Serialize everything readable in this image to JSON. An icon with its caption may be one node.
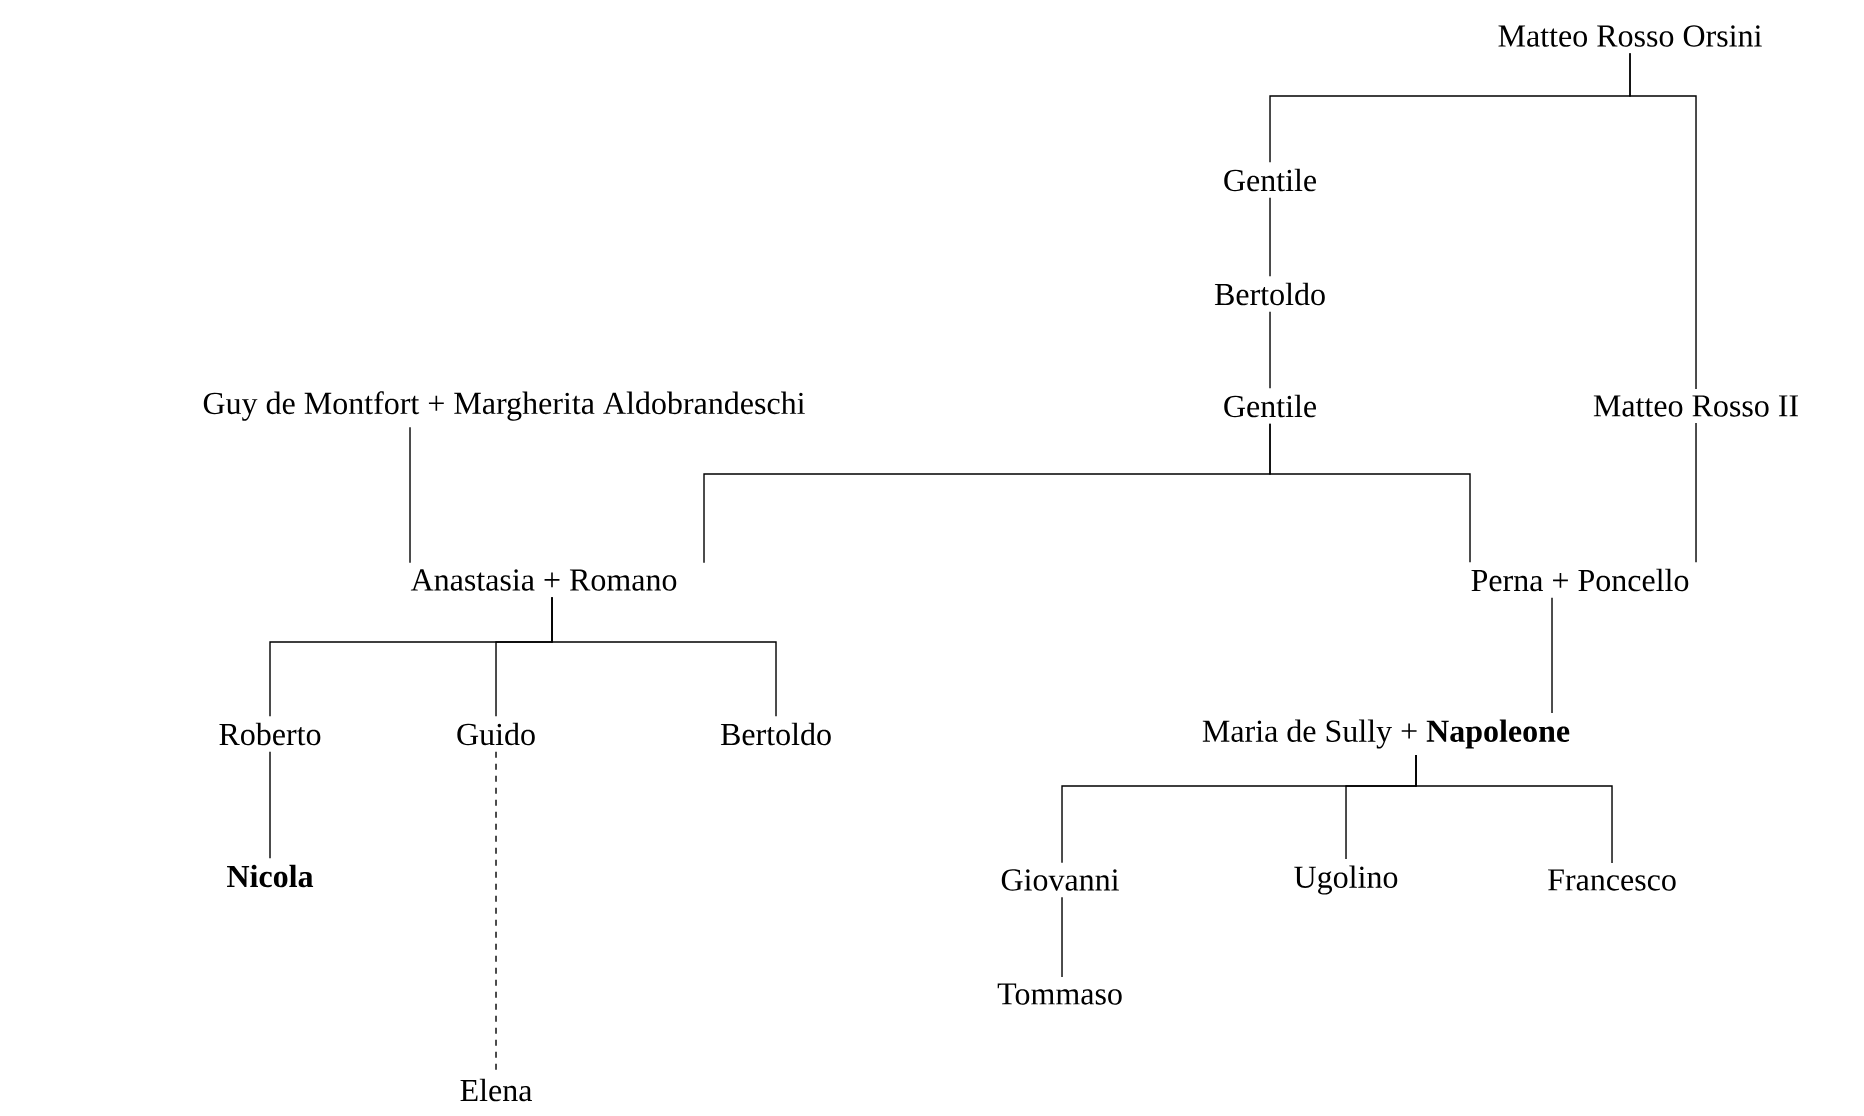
{
  "diagram": {
    "nodes": [
      {
        "text": [
          "Matteo Rosso Orsini"
        ]
      },
      {
        "text": [
          "Gentile"
        ]
      },
      {
        "text": [
          "Bertoldo"
        ]
      },
      {
        "text": [
          "Gentile"
        ]
      },
      {
        "text": [
          "Matteo Rosso II"
        ]
      },
      {
        "text": [
          "Guy de Montfort + Margherita Aldobrandeschi"
        ]
      },
      {
        "text": [
          "Anastasia + Romano"
        ]
      },
      {
        "text": [
          "Perna + Poncello"
        ]
      },
      {
        "text": [
          "Roberto"
        ]
      },
      {
        "text": [
          "Guido"
        ]
      },
      {
        "text": [
          "Bertoldo"
        ]
      },
      {
        "text": [
          "Maria de Sully + **Napoleone**"
        ]
      },
      {
        "text": [
          "Nicola"
        ]
      },
      {
        "text": [
          "Giovanni"
        ]
      },
      {
        "text": [
          "Ugolino"
        ]
      },
      {
        "text": [
          "Francesco"
        ]
      },
      {
        "text": [
          "Tommaso"
        ]
      },
      {
        "text": [
          "Elena"
        ]
      }
    ],
    "edges": [
      {
        "from": 0,
        "to": 1,
        "arrow": "none"
      },
      {
        "from": 0,
        "to": 4,
        "arrow": "none"
      },
      {
        "from": 1,
        "to": 2,
        "arrow": "none"
      },
      {
        "from": 2,
        "to": 3,
        "arrow": "none"
      },
      {
        "from": 3,
        "to": 6,
        "arrow": "none"
      },
      {
        "from": 3,
        "to": 7,
        "arrow": "none"
      },
      {
        "from": 4,
        "to": 7,
        "arrow": "none"
      },
      {
        "from": 5,
        "to": 6,
        "arrow": "none"
      },
      {
        "from": 6,
        "to": 8,
        "arrow": "none"
      },
      {
        "from": 6,
        "to": 9,
        "arrow": "none"
      },
      {
        "from": 6,
        "to": 10,
        "arrow": "none"
      },
      {
        "from": 8,
        "to": 12,
        "arrow": "none"
      },
      {
        "from": 9,
        "to": 17,
        "arrow": "none",
        "style": "dashed"
      },
      {
        "from": 7,
        "to": 11,
        "arrow": "none"
      },
      {
        "from": 11,
        "to": 13,
        "arrow": "none"
      },
      {
        "from": 11,
        "to": 14,
        "arrow": "none"
      },
      {
        "from": 11,
        "to": 15,
        "arrow": "none"
      },
      {
        "from": 13,
        "to": 16,
        "arrow": "none"
      }
    ]
  }
}
